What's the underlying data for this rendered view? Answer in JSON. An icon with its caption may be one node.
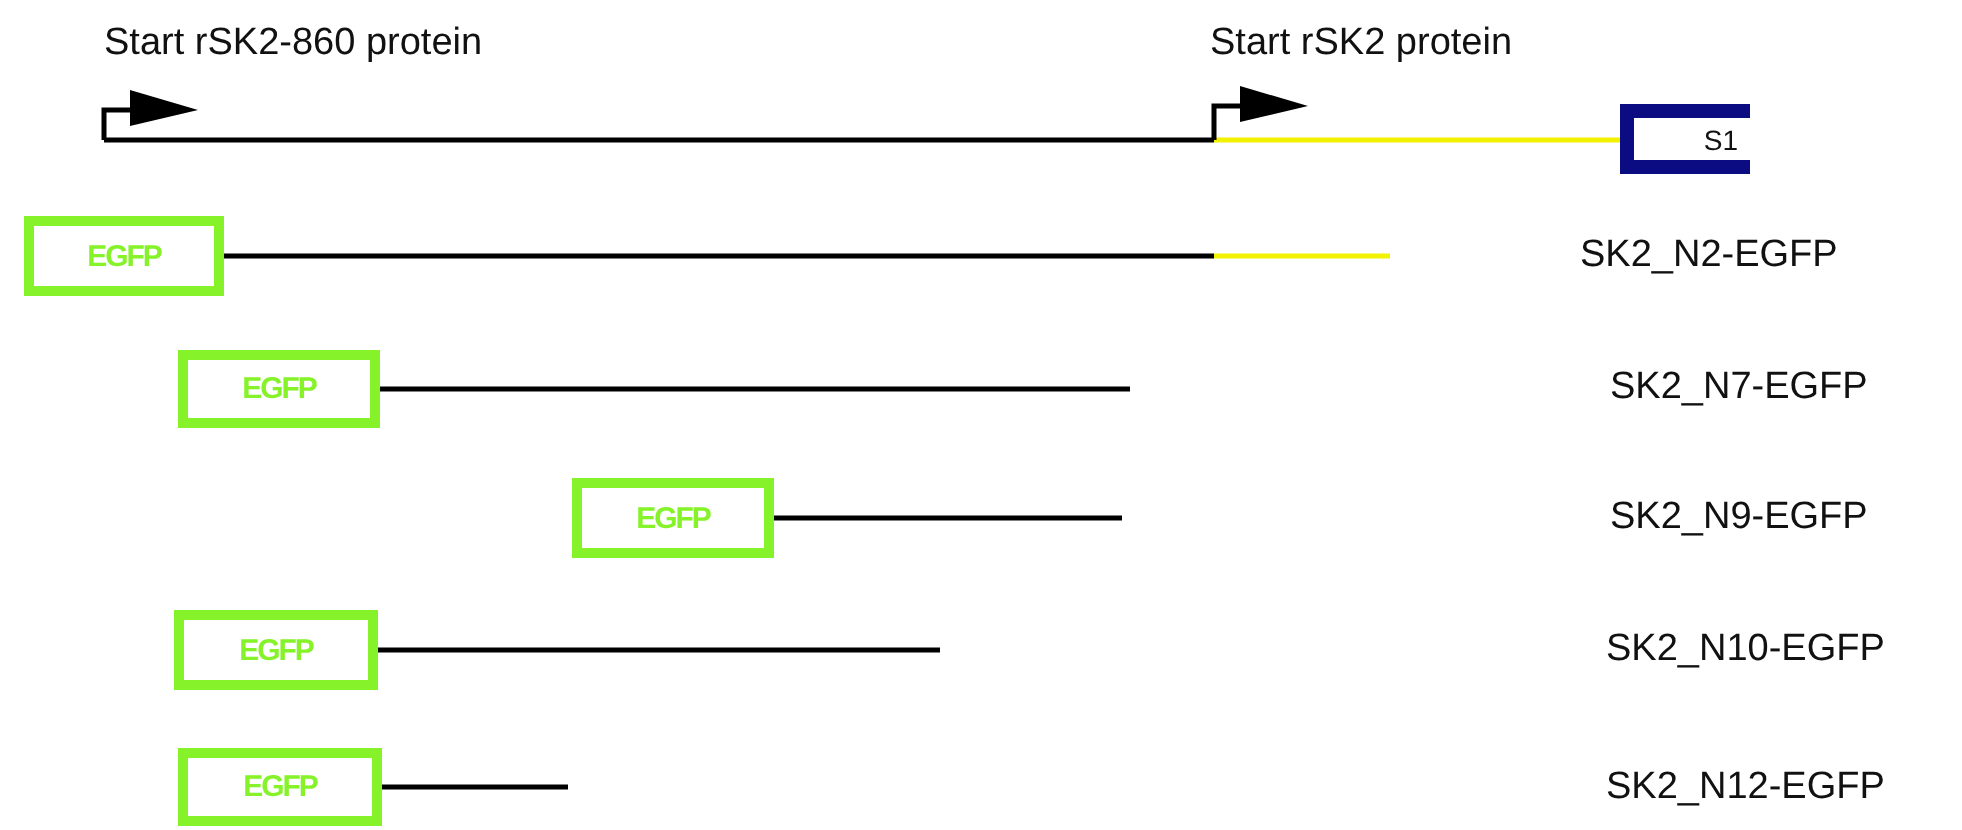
{
  "diagram": {
    "nodes": [
      {
        "text": [
          "EGFP"
        ]
      },
      {
        "text": [
          "EGFP"
        ]
      },
      {
        "text": [
          "EGFP"
        ]
      },
      {
        "text": [
          "EGFP"
        ]
      },
      {
        "text": [
          "EGFP"
        ]
      },
      {
        "text": [
          "S1"
        ]
      }
    ],
    "labels": [
      "Start rSK2-860 protein",
      "Start rSK2 protein",
      "SK2_N2-EGFP",
      "SK2_N7-EGFP",
      "SK2_N9-EGFP",
      "SK2_N10-EGFP",
      "SK2_N12-EGFP"
    ]
  }
}
